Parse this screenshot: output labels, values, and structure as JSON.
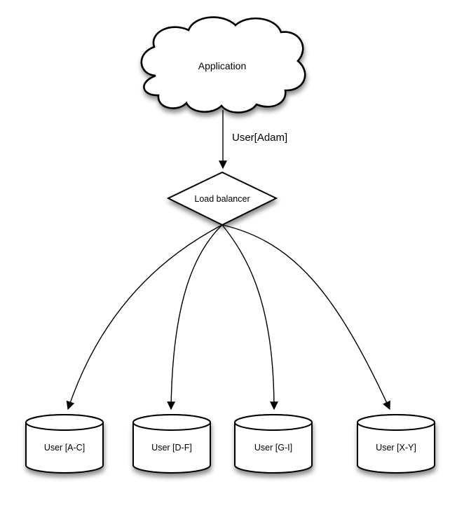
{
  "diagram": {
    "cloud": {
      "label": "Application"
    },
    "request_label": "User[Adam]",
    "load_balancer": {
      "label": "Load balancer"
    },
    "databases": [
      {
        "label": "User [A-C]"
      },
      {
        "label": "User [D-F]"
      },
      {
        "label": "User [G-I]"
      },
      {
        "label": "User [X-Y]"
      }
    ],
    "colors": {
      "background": "#ffffff",
      "shape_fill": "#ffffff",
      "stroke": "#000000",
      "text": "#000000"
    }
  }
}
